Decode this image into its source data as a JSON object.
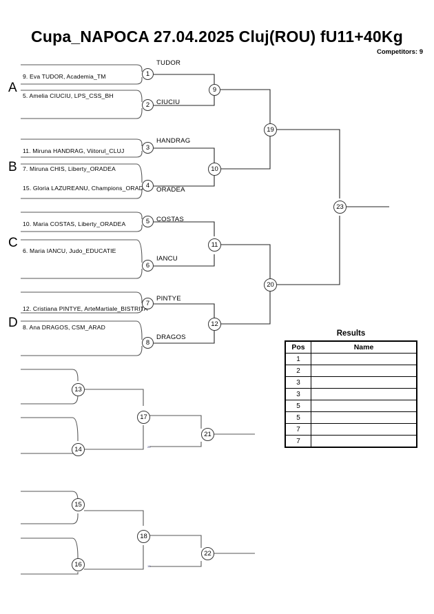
{
  "header": {
    "title": "Cupa_NAPOCA  27.04.2025  Cluj(ROU)   fU11+40Kg",
    "competitors_label": "Competitors: 9"
  },
  "pools": [
    {
      "letter": "A"
    },
    {
      "letter": "B"
    },
    {
      "letter": "C"
    },
    {
      "letter": "D"
    }
  ],
  "competitors": [
    {
      "id": "c1",
      "text": "9. Eva TUDOR, Academia_TM"
    },
    {
      "id": "c2",
      "text": "5. Amelia CIUCIU, LPS_CSS_BH"
    },
    {
      "id": "c3",
      "text": "11. Miruna HANDRAG, Viitorul_CLUJ"
    },
    {
      "id": "c4",
      "text": "7. Miruna CHIS, Liberty_ORADEA"
    },
    {
      "id": "c5",
      "text": "15. Gloria LAZUREANU, Champions_ORADEA"
    },
    {
      "id": "c6",
      "text": "10. Maria COSTAS, Liberty_ORADEA"
    },
    {
      "id": "c7",
      "text": "6. Maria IANCU, Judo_EDUCATIE"
    },
    {
      "id": "c8",
      "text": "12. Cristiana PINTYE, ArteMartiale_BISTRITA"
    },
    {
      "id": "c9",
      "text": "8. Ana DRAGOS, CSM_ARAD"
    }
  ],
  "winners": [
    {
      "id": "w1",
      "text": "TUDOR"
    },
    {
      "id": "w2",
      "text": "CIUCIU"
    },
    {
      "id": "w3",
      "text": "HANDRAG"
    },
    {
      "id": "w4",
      "text": "ORADEA"
    },
    {
      "id": "w5",
      "text": "COSTAS"
    },
    {
      "id": "w6",
      "text": "IANCU"
    },
    {
      "id": "w7",
      "text": "PINTYE"
    },
    {
      "id": "w8",
      "text": "DRAGOS"
    }
  ],
  "bouts": [
    {
      "n": "1"
    },
    {
      "n": "2"
    },
    {
      "n": "3"
    },
    {
      "n": "4"
    },
    {
      "n": "5"
    },
    {
      "n": "6"
    },
    {
      "n": "7"
    },
    {
      "n": "8"
    },
    {
      "n": "9"
    },
    {
      "n": "10"
    },
    {
      "n": "11"
    },
    {
      "n": "12"
    },
    {
      "n": "13"
    },
    {
      "n": "14"
    },
    {
      "n": "15"
    },
    {
      "n": "16"
    },
    {
      "n": "17"
    },
    {
      "n": "18"
    },
    {
      "n": "19"
    },
    {
      "n": "20"
    },
    {
      "n": "21"
    },
    {
      "n": "22"
    },
    {
      "n": "23"
    }
  ],
  "tiny_marks": [
    {
      "id": "t1",
      "text": "20"
    },
    {
      "id": "t2",
      "text": "19"
    }
  ],
  "results": {
    "title": "Results",
    "columns": [
      "Pos",
      "Name"
    ],
    "rows": [
      {
        "pos": "1",
        "name": ""
      },
      {
        "pos": "2",
        "name": ""
      },
      {
        "pos": "3",
        "name": ""
      },
      {
        "pos": "3",
        "name": ""
      },
      {
        "pos": "5",
        "name": ""
      },
      {
        "pos": "5",
        "name": ""
      },
      {
        "pos": "7",
        "name": ""
      },
      {
        "pos": "7",
        "name": ""
      }
    ]
  }
}
